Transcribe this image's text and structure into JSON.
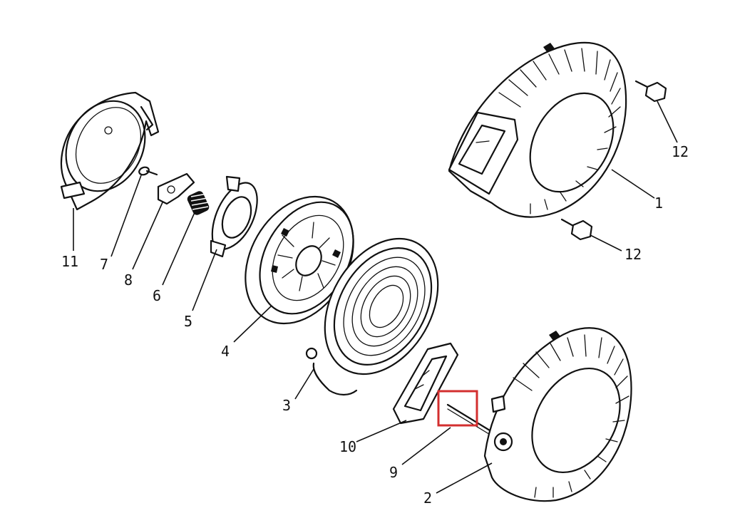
{
  "diagram": {
    "highlight_color": "#d32f2f",
    "labels": {
      "p1": "1",
      "p2": "2",
      "p3": "3",
      "p4": "4",
      "p5": "5",
      "p6": "6",
      "p7": "7",
      "p8": "8",
      "p9": "9",
      "p10": "10",
      "p11": "11",
      "p12a": "12",
      "p12b": "12"
    },
    "highlighted_part": "9"
  }
}
